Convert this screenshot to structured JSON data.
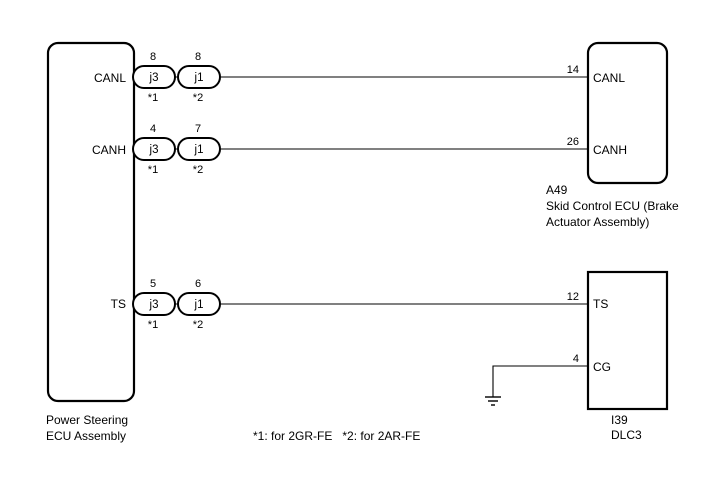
{
  "power_steering_ecu": {
    "name_line1": "Power Steering",
    "name_line2": "ECU Assembly",
    "terminals": [
      "CANL",
      "CANH",
      "TS"
    ]
  },
  "skid_control_ecu": {
    "code": "A49",
    "name_line1": "Skid Control ECU (Brake",
    "name_line2": "Actuator Assembly)",
    "terminals": [
      "CANL",
      "CANH"
    ],
    "pins": [
      "14",
      "26"
    ]
  },
  "dlc3": {
    "code": "I39",
    "name": "DLC3",
    "terminals": [
      "TS",
      "CG"
    ],
    "pins": [
      "12",
      "4"
    ]
  },
  "wires": [
    {
      "signal": "CANL",
      "j3_pin": "8",
      "j3_label": "j3",
      "j3_note": "*1",
      "j1_pin": "8",
      "j1_label": "j1",
      "j1_note": "*2"
    },
    {
      "signal": "CANH",
      "j3_pin": "4",
      "j3_label": "j3",
      "j3_note": "*1",
      "j1_pin": "7",
      "j1_label": "j1",
      "j1_note": "*2"
    },
    {
      "signal": "TS",
      "j3_pin": "5",
      "j3_label": "j3",
      "j3_note": "*1",
      "j1_pin": "6",
      "j1_label": "j1",
      "j1_note": "*2"
    }
  ],
  "footnote": "*1: for 2GR-FE   *2: for 2AR-FE"
}
